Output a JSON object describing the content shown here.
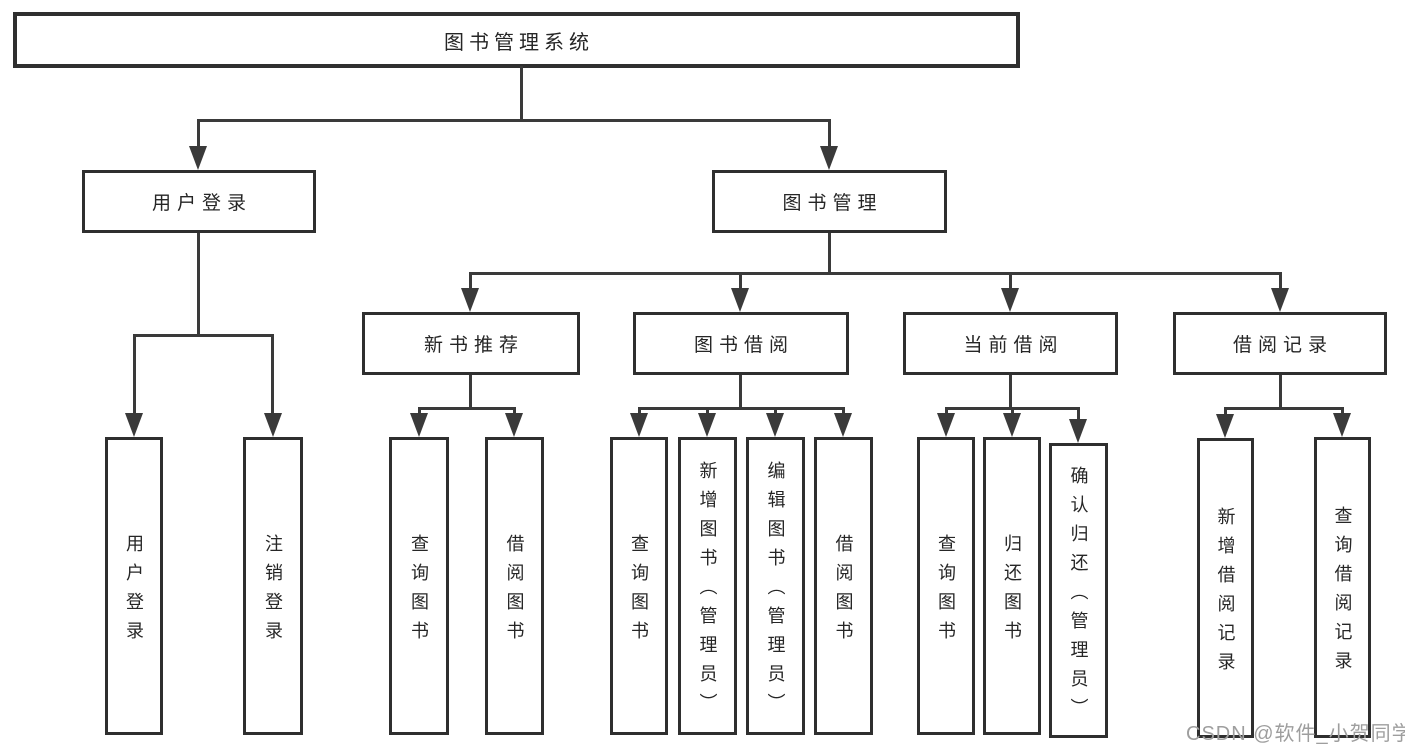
{
  "diagram": {
    "title": "图书管理系统",
    "level2": [
      "用户登录",
      "图书管理"
    ],
    "login_children": [
      "用户登录",
      "注销登录"
    ],
    "level3": [
      "新书推荐",
      "图书借阅",
      "当前借阅",
      "借阅记录"
    ],
    "newbook_children": [
      "查询图书",
      "借阅图书"
    ],
    "bookborrow_children": [
      "查询图书",
      "新增图书（管理员）",
      "编辑图书（管理员）",
      "借阅图书"
    ],
    "currentborrow_children": [
      "查询图书",
      "归还图书",
      "确认归还（管理员）"
    ],
    "record_children": [
      "新增借阅记录",
      "查询借阅记录"
    ]
  },
  "watermark": "CSDN @软件_小贺同学",
  "colors": {
    "line": "#3a3a3a",
    "box_border": "#2f2f2f",
    "text": "#262626",
    "watermark": "#9e9e9e",
    "background": "#ffffff"
  }
}
